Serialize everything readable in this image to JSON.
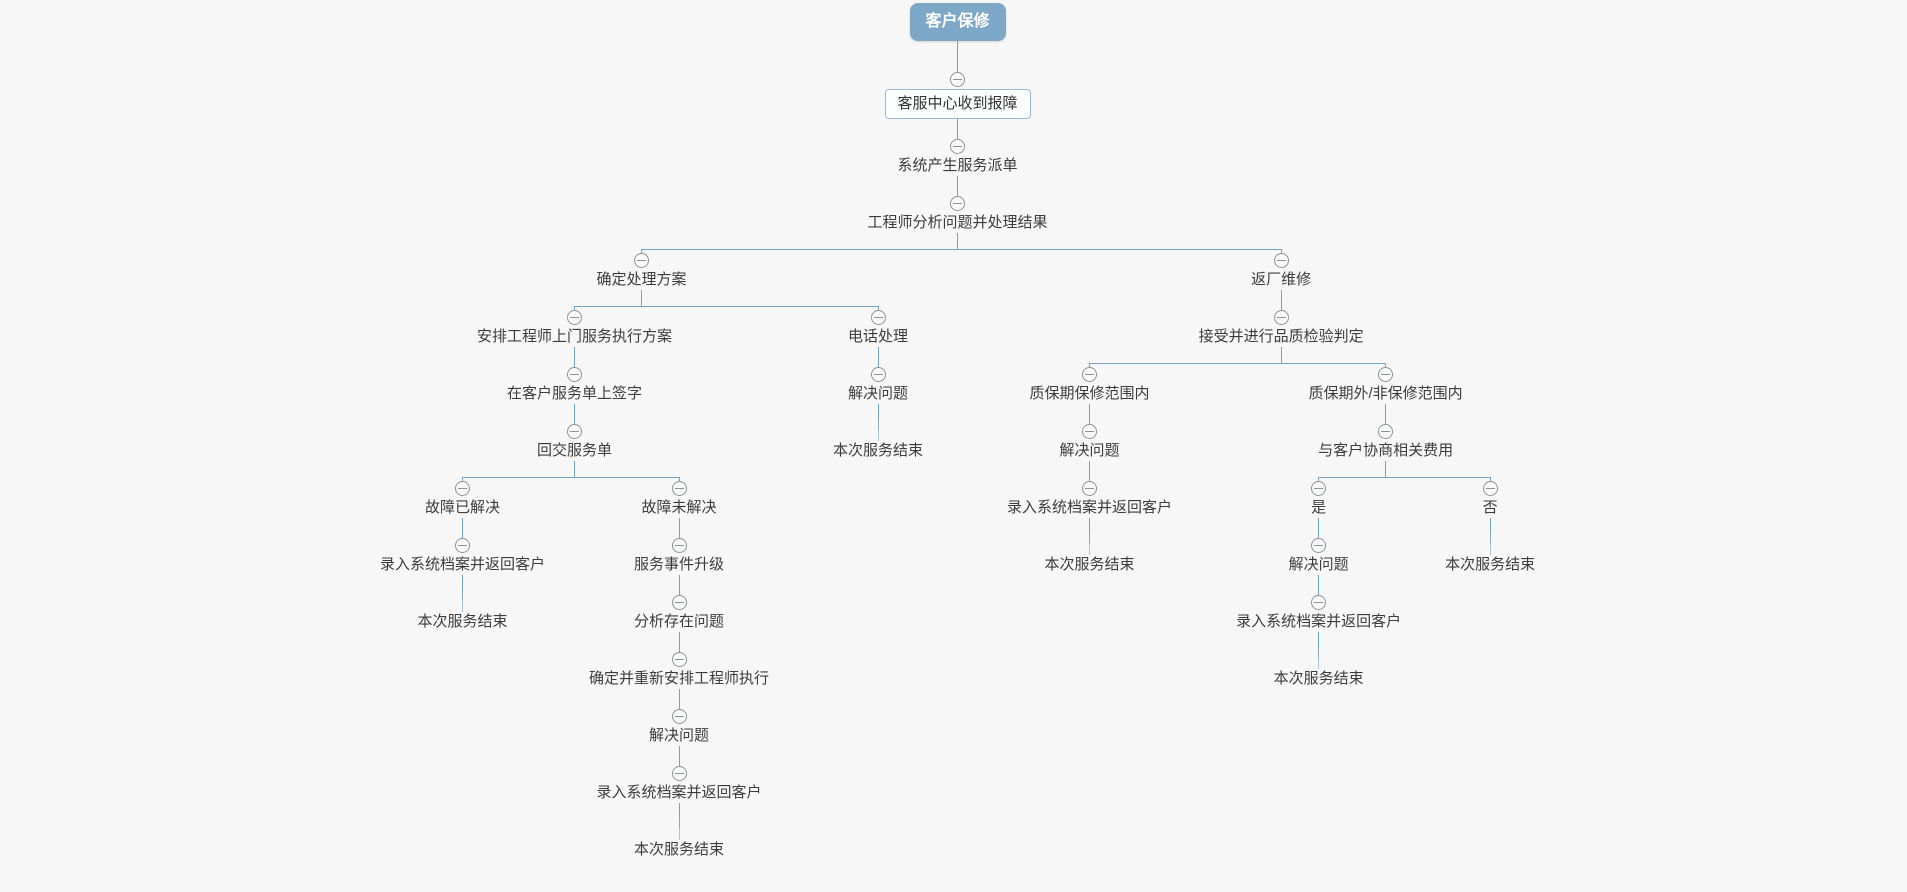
{
  "app": {
    "background_color": "#f7f7f7",
    "line_color": "#74a3c9",
    "collapse_icon": "minus-circle-icon",
    "collapse_icon_color": "#8e9297",
    "root_fill_color": "#7da7c6",
    "root_text_color": "#ffffff",
    "boxed_border_color": "#9db8d2",
    "node_text_color": "#3c3c3c"
  },
  "tree": {
    "label": "客户保修",
    "style": "root",
    "children": [
      {
        "label": "客服中心收到报障",
        "style": "boxed",
        "children": [
          {
            "label": "系统产生服务派单",
            "children": [
              {
                "label": "工程师分析问题并处理结果",
                "children": [
                  {
                    "label": "确定处理方案",
                    "children": [
                      {
                        "label": "安排工程师上门服务执行方案",
                        "children": [
                          {
                            "label": "在客户服务单上签字",
                            "children": [
                              {
                                "label": "回交服务单",
                                "children": [
                                  {
                                    "label": "故障已解决",
                                    "children": [
                                      {
                                        "label": "录入系统档案并返回客户",
                                        "children": [
                                          {
                                            "label": "本次服务结束"
                                          }
                                        ]
                                      }
                                    ]
                                  },
                                  {
                                    "label": "故障未解决",
                                    "children": [
                                      {
                                        "label": "服务事件升级",
                                        "children": [
                                          {
                                            "label": "分析存在问题",
                                            "children": [
                                              {
                                                "label": "确定并重新安排工程师执行",
                                                "children": [
                                                  {
                                                    "label": "解决问题",
                                                    "children": [
                                                      {
                                                        "label": "录入系统档案并返回客户",
                                                        "children": [
                                                          {
                                                            "label": "本次服务结束"
                                                          }
                                                        ]
                                                      }
                                                    ]
                                                  }
                                                ]
                                              }
                                            ]
                                          }
                                        ]
                                      }
                                    ]
                                  }
                                ]
                              }
                            ]
                          }
                        ]
                      },
                      {
                        "label": "电话处理",
                        "children": [
                          {
                            "label": "解决问题",
                            "children": [
                              {
                                "label": "本次服务结束"
                              }
                            ]
                          }
                        ]
                      }
                    ]
                  },
                  {
                    "label": "返厂维修",
                    "children": [
                      {
                        "label": "接受并进行品质检验判定",
                        "children": [
                          {
                            "label": "质保期保修范围内",
                            "children": [
                              {
                                "label": "解决问题",
                                "children": [
                                  {
                                    "label": "录入系统档案并返回客户",
                                    "children": [
                                      {
                                        "label": "本次服务结束"
                                      }
                                    ]
                                  }
                                ]
                              }
                            ]
                          },
                          {
                            "label": "质保期外/非保修范围内",
                            "children": [
                              {
                                "label": "与客户协商相关费用",
                                "children": [
                                  {
                                    "label": "是",
                                    "children": [
                                      {
                                        "label": "解决问题",
                                        "children": [
                                          {
                                            "label": "录入系统档案并返回客户",
                                            "children": [
                                              {
                                                "label": "本次服务结束"
                                              }
                                            ]
                                          }
                                        ]
                                      }
                                    ]
                                  },
                                  {
                                    "label": "否",
                                    "children": [
                                      {
                                        "label": "本次服务结束"
                                      }
                                    ]
                                  }
                                ]
                              }
                            ]
                          }
                        ]
                      }
                    ]
                  }
                ]
              }
            ]
          }
        ]
      }
    ]
  }
}
